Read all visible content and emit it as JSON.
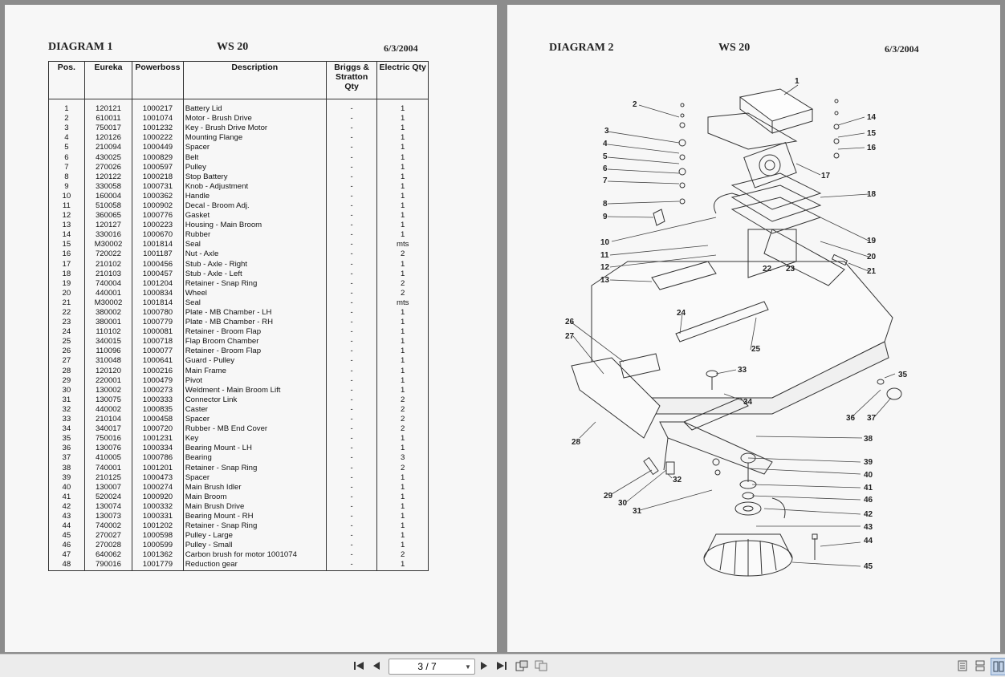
{
  "left_page": {
    "title": "DIAGRAM 1",
    "model": "WS 20",
    "date": "6/3/2004",
    "columns": [
      "Pos.",
      "Eureka",
      "Powerboss",
      "Description",
      "Briggs & Stratton Qty",
      "Electric Qty"
    ],
    "rows": [
      [
        "1",
        "120121",
        "1000217",
        "Battery Lid",
        "-",
        "1"
      ],
      [
        "2",
        "610011",
        "1001074",
        "Motor - Brush Drive",
        "-",
        "1"
      ],
      [
        "3",
        "750017",
        "1001232",
        "Key - Brush Drive Motor",
        "-",
        "1"
      ],
      [
        "4",
        "120126",
        "1000222",
        "Mounting Flange",
        "-",
        "1"
      ],
      [
        "5",
        "210094",
        "1000449",
        "Spacer",
        "-",
        "1"
      ],
      [
        "6",
        "430025",
        "1000829",
        "Belt",
        "-",
        "1"
      ],
      [
        "7",
        "270026",
        "1000597",
        "Pulley",
        "-",
        "1"
      ],
      [
        "8",
        "120122",
        "1000218",
        "Stop Battery",
        "-",
        "1"
      ],
      [
        "9",
        "330058",
        "1000731",
        "Knob - Adjustment",
        "-",
        "1"
      ],
      [
        "10",
        "160004",
        "1000362",
        "Handle",
        "-",
        "1"
      ],
      [
        "11",
        "510058",
        "1000902",
        "Decal - Broom Adj.",
        "-",
        "1"
      ],
      [
        "12",
        "360065",
        "1000776",
        "Gasket",
        "-",
        "1"
      ],
      [
        "13",
        "120127",
        "1000223",
        "Housing - Main Broom",
        "-",
        "1"
      ],
      [
        "14",
        "330016",
        "1000670",
        "Rubber",
        "-",
        "1"
      ],
      [
        "15",
        "M30002",
        "1001814",
        "Seal",
        "-",
        "mts"
      ],
      [
        "16",
        "720022",
        "1001187",
        "Nut - Axle",
        "-",
        "2"
      ],
      [
        "17",
        "210102",
        "1000456",
        "Stub - Axle - Right",
        "-",
        "1"
      ],
      [
        "18",
        "210103",
        "1000457",
        "Stub - Axle - Left",
        "-",
        "1"
      ],
      [
        "19",
        "740004",
        "1001204",
        "Retainer - Snap Ring",
        "-",
        "2"
      ],
      [
        "20",
        "440001",
        "1000834",
        "Wheel",
        "-",
        "2"
      ],
      [
        "21",
        "M30002",
        "1001814",
        "Seal",
        "-",
        "mts"
      ],
      [
        "22",
        "380002",
        "1000780",
        "Plate - MB Chamber - LH",
        "-",
        "1"
      ],
      [
        "23",
        "380001",
        "1000779",
        "Plate - MB Chamber - RH",
        "-",
        "1"
      ],
      [
        "24",
        "110102",
        "1000081",
        "Retainer - Broom Flap",
        "-",
        "1"
      ],
      [
        "25",
        "340015",
        "1000718",
        "Flap Broom Chamber",
        "-",
        "1"
      ],
      [
        "26",
        "110096",
        "1000077",
        "Retainer - Broom Flap",
        "-",
        "1"
      ],
      [
        "27",
        "310048",
        "1000641",
        "Guard - Pulley",
        "-",
        "1"
      ],
      [
        "28",
        "120120",
        "1000216",
        "Main Frame",
        "-",
        "1"
      ],
      [
        "29",
        "220001",
        "1000479",
        "Pivot",
        "-",
        "1"
      ],
      [
        "30",
        "130002",
        "1000273",
        "Weldment - Main Broom Lift",
        "-",
        "1"
      ],
      [
        "31",
        "130075",
        "1000333",
        "Connector Link",
        "-",
        "2"
      ],
      [
        "32",
        "440002",
        "1000835",
        "Caster",
        "-",
        "2"
      ],
      [
        "33",
        "210104",
        "1000458",
        "Spacer",
        "-",
        "2"
      ],
      [
        "34",
        "340017",
        "1000720",
        "Rubber - MB End Cover",
        "-",
        "2"
      ],
      [
        "35",
        "750016",
        "1001231",
        "Key",
        "-",
        "1"
      ],
      [
        "36",
        "130076",
        "1000334",
        "Bearing Mount - LH",
        "-",
        "1"
      ],
      [
        "37",
        "410005",
        "1000786",
        "Bearing",
        "-",
        "3"
      ],
      [
        "38",
        "740001",
        "1001201",
        "Retainer - Snap Ring",
        "-",
        "2"
      ],
      [
        "39",
        "210125",
        "1000473",
        "Spacer",
        "-",
        "1"
      ],
      [
        "40",
        "130007",
        "1000274",
        "Main Brush Idler",
        "-",
        "1"
      ],
      [
        "41",
        "520024",
        "1000920",
        "Main Broom",
        "-",
        "1"
      ],
      [
        "42",
        "130074",
        "1000332",
        "Main Brush Drive",
        "-",
        "1"
      ],
      [
        "43",
        "130073",
        "1000331",
        "Bearing Mount - RH",
        "-",
        "1"
      ],
      [
        "44",
        "740002",
        "1001202",
        "Retainer - Snap Ring",
        "-",
        "1"
      ],
      [
        "45",
        "270027",
        "1000598",
        "Pulley - Large",
        "-",
        "1"
      ],
      [
        "46",
        "270028",
        "1000599",
        "Pulley - Small",
        "-",
        "1"
      ],
      [
        "47",
        "640062",
        "1001362",
        "Carbon brush for motor 1001074",
        "-",
        "2"
      ],
      [
        "48",
        "790016",
        "1001779",
        "Reduction gear",
        "-",
        "1"
      ]
    ]
  },
  "right_page": {
    "title": "DIAGRAM 2",
    "model": "WS 20",
    "date": "6/3/2004",
    "callouts": [
      "1",
      "2",
      "3",
      "4",
      "5",
      "6",
      "7",
      "8",
      "9",
      "10",
      "11",
      "12",
      "13",
      "14",
      "15",
      "16",
      "17",
      "18",
      "19",
      "20",
      "21",
      "22",
      "23",
      "24",
      "25",
      "26",
      "27",
      "28",
      "29",
      "30",
      "31",
      "32",
      "33",
      "34",
      "35",
      "36",
      "37",
      "38",
      "39",
      "40",
      "41",
      "42",
      "43",
      "44",
      "45",
      "46"
    ]
  },
  "toolbar": {
    "page_indicator": "3 / 7",
    "icons": [
      "first-page-icon",
      "prev-page-icon",
      "next-page-icon",
      "last-page-icon",
      "rotate-icon",
      "fit-icon",
      "single-page-view-icon",
      "continuous-view-icon",
      "two-page-view-icon"
    ]
  }
}
